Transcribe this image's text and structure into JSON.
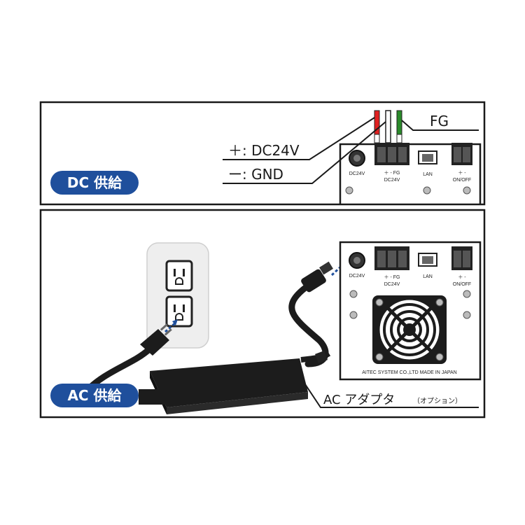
{
  "dc_panel": {
    "badge": "DC 供給",
    "plus_label": "＋: DC24V",
    "minus_label": "ー: GND",
    "fg_label": "FG",
    "port_dc24v": "DC24V",
    "terminal_signs": "＋  -  FG",
    "terminal_caption": "DC24V",
    "port_lan": "LAN",
    "switch_signs": "＋  -",
    "switch_caption": "ON/OFF"
  },
  "ac_panel": {
    "badge": "AC 供給",
    "adapter_label": "AC アダプタ",
    "adapter_note": "（オプション）",
    "port_dc24v": "DC24V",
    "terminal_signs": "＋  -  FG",
    "terminal_caption": "DC24V",
    "port_lan": "LAN",
    "switch_signs": "＋  -",
    "switch_caption": "ON/OFF",
    "maker_text": "AITEC  SYSTEM  CO.,LTD  MADE  IN    JAPAN"
  },
  "colors": {
    "badge_blue": "#1f4f9c",
    "wire_red": "#e02020",
    "wire_green": "#2a8a2a",
    "device_black": "#1c1c1c",
    "outlet_panel": "#eeeeee"
  }
}
